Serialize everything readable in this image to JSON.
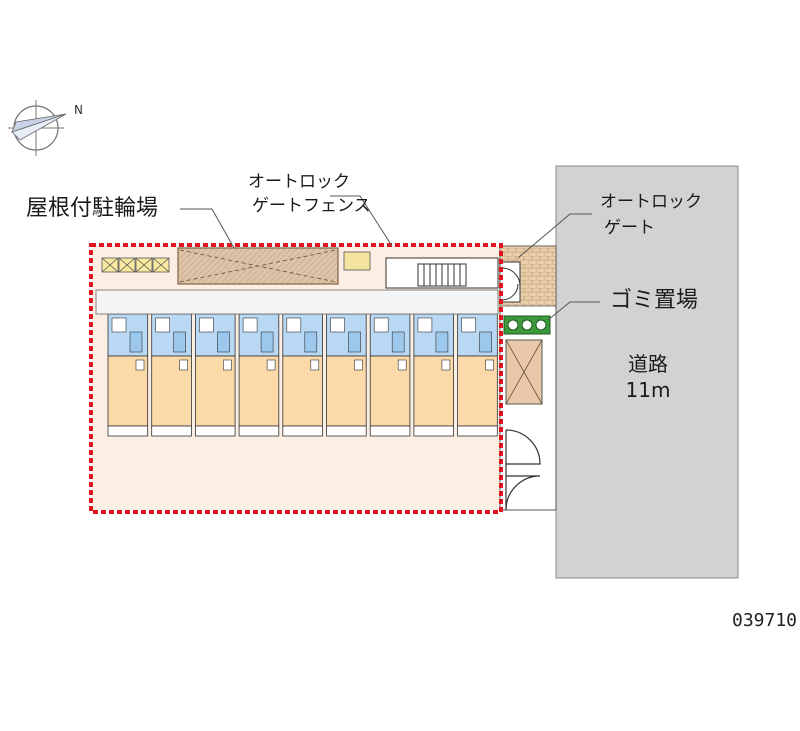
{
  "labels": {
    "covered_bicycle_parking": "屋根付駐輪場",
    "autolock_gate_fence_line1": "オートロック",
    "autolock_gate_fence_line2": "ゲートフェンス",
    "autolock_gate_line1": "オートロック",
    "autolock_gate_line2": "ゲート",
    "garbage_area": "ゴミ置場",
    "road_name": "道路",
    "road_width": "11m",
    "property_code": "039710"
  },
  "compass": {
    "icon": "north-arrow-icon",
    "letter": "N"
  },
  "units": {
    "count": 9
  },
  "colors": {
    "road": "#d2d2d2",
    "site_boundary": "#e0141e",
    "ground": "#fbeee3",
    "unit_floor": "#fbd9a8",
    "entrance_bath": "#b8d8f4",
    "bike_roof": "#dcc4a8",
    "garbage": "#3c9a3c",
    "line": "#333333"
  }
}
